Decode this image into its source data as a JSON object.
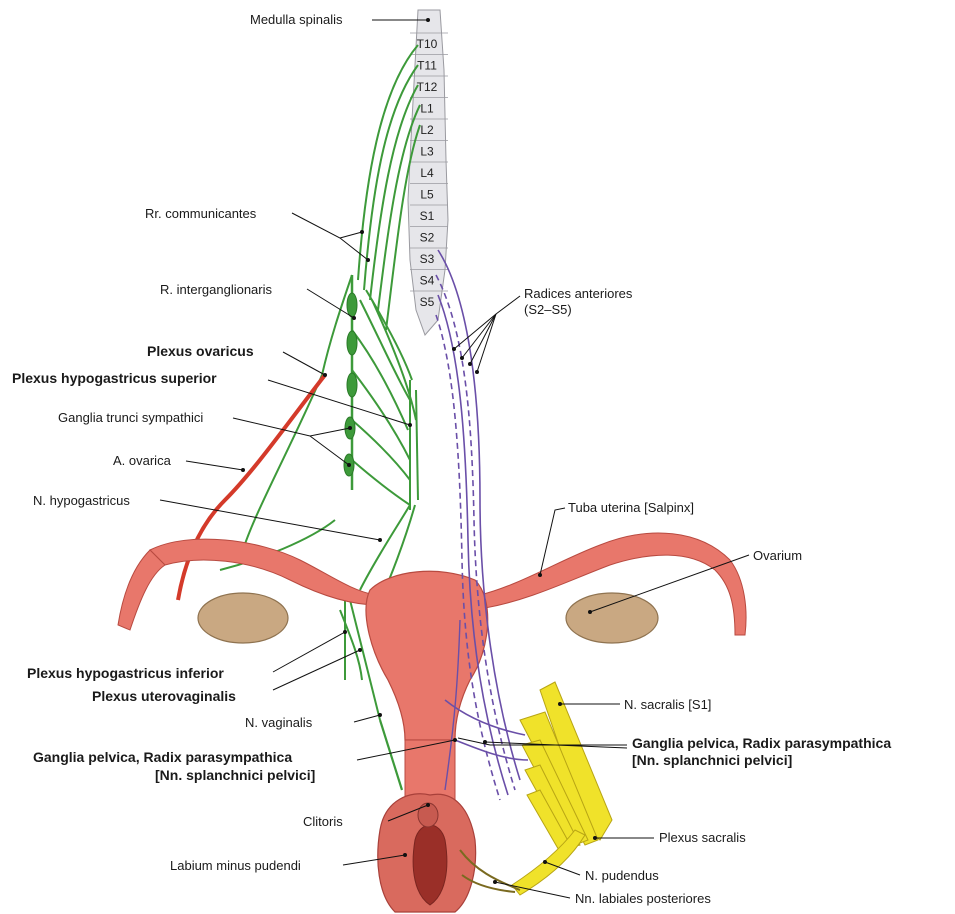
{
  "segments": [
    "T10",
    "T11",
    "T12",
    "L1",
    "L2",
    "L3",
    "L4",
    "L5",
    "S1",
    "S2",
    "S3",
    "S4",
    "S5"
  ],
  "labels": {
    "medulla": "Medulla spinalis",
    "rr_communicantes": "Rr. communicantes",
    "r_interganglionaris": "R. interganglionaris",
    "plexus_ovaricus": "Plexus ovaricus",
    "plexus_hypogastricus_superior": "Plexus hypogastricus superior",
    "ganglia_trunci": "Ganglia trunci sympathici",
    "a_ovarica": "A. ovarica",
    "n_hypogastricus": "N. hypogastricus",
    "plexus_hypogastricus_inferior": "Plexus hypogastricus inferior",
    "plexus_uterovaginalis": "Plexus uterovaginalis",
    "n_vaginalis": "N. vaginalis",
    "ganglia_pelvica_left_1": "Ganglia pelvica, Radix parasympathica",
    "ganglia_pelvica_left_2": "[Nn. splanchnici pelvici]",
    "clitoris": "Clitoris",
    "labium": "Labium minus pudendi",
    "radices_1": "Radices anteriores",
    "radices_2": "(S2–S5)",
    "tuba": "Tuba uterina [Salpinx]",
    "ovarium": "Ovarium",
    "n_sacralis": "N. sacralis [S1]",
    "ganglia_pelvica_right_1": "Ganglia pelvica, Radix parasympathica",
    "ganglia_pelvica_right_2": "[Nn. splanchnici pelvici]",
    "plexus_sacralis": "Plexus sacralis",
    "n_pudendus": "N. pudendus",
    "nn_labiales": "Nn. labiales posteriores"
  },
  "colors": {
    "sympathetic": "#3d9a3a",
    "parasympathetic": "#6a4fa8",
    "artery": "#d43a2a",
    "uterus": "#e8776b",
    "ovary": "#c9a882",
    "sacral": "#f0e22a",
    "spinal_cord": "#e6e6ea"
  }
}
